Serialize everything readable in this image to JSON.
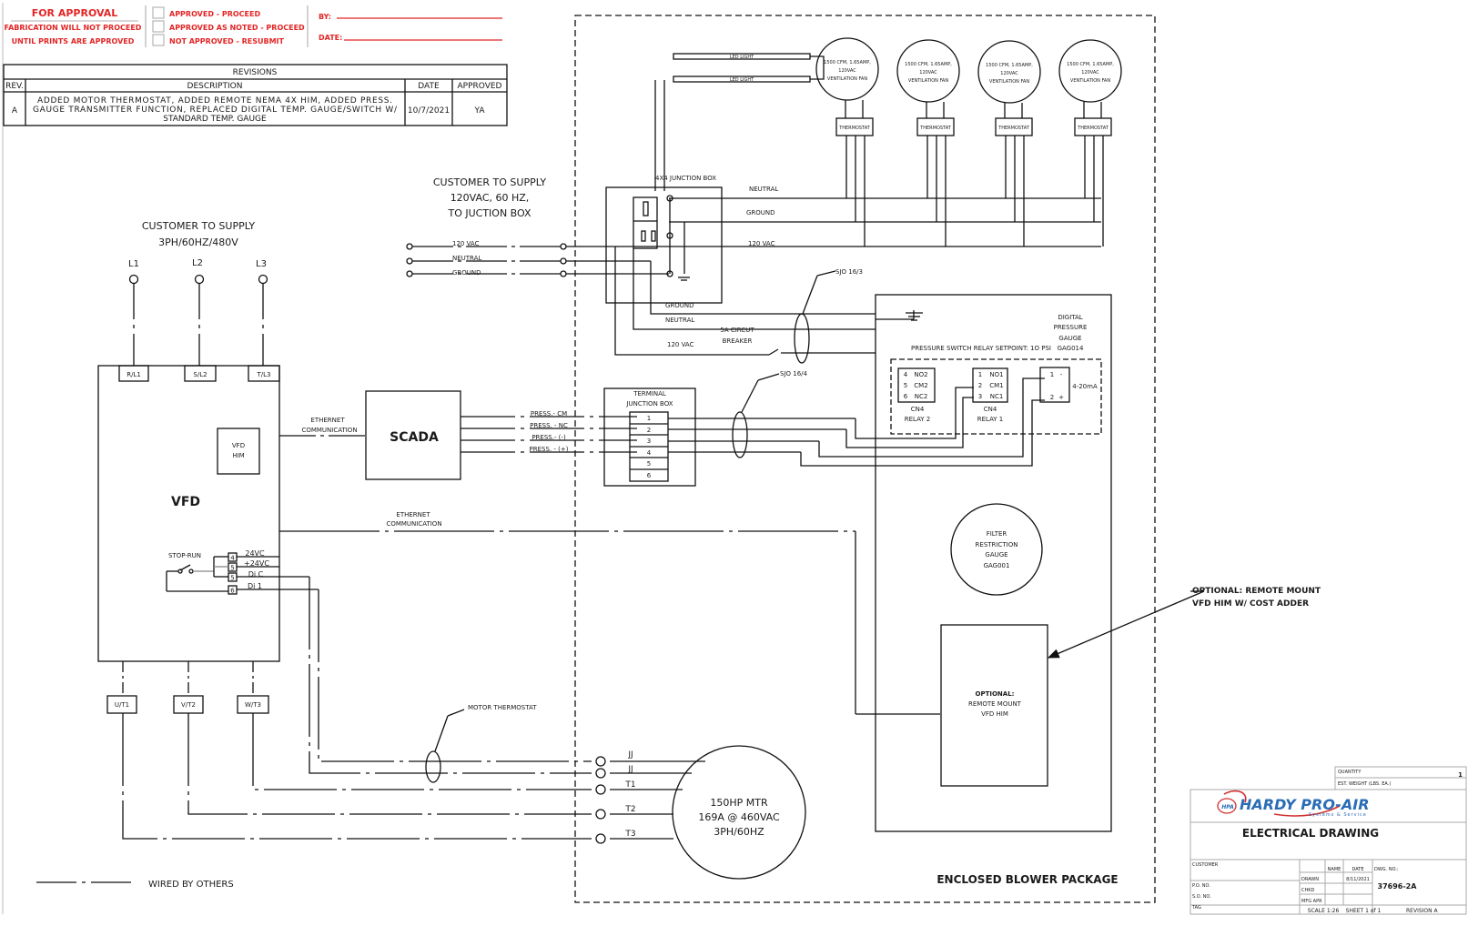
{
  "approval": {
    "title": "FOR APPROVAL",
    "line1": "FABRICATION WILL NOT PROCEED",
    "line2": "UNTIL PRINTS ARE APPROVED",
    "options": [
      "APPROVED - PROCEED",
      "APPROVED AS NOTED - PROCEED",
      "NOT APPROVED - RESUBMIT"
    ],
    "by_label": "BY:",
    "date_label": "DATE:",
    "color": "#e32525"
  },
  "revisions": {
    "title": "REVISIONS",
    "headers": [
      "REV.",
      "DESCRIPTION",
      "DATE",
      "APPROVED"
    ],
    "rows": [
      {
        "rev": "A",
        "desc1": "ADDED MOTOR THERMOSTAT, ADDED REMOTE NEMA 4X HIM, ADDED PRESS.",
        "desc2": "GAUGE TRANSMITTER FUNCTION, REPLACED DIGITAL TEMP. GAUGE/SWITCH W/",
        "desc3": "STANDARD TEMP. GAUGE",
        "date": "10/7/2021",
        "approved": "YA"
      }
    ]
  },
  "supply3ph": {
    "line1": "CUSTOMER TO SUPPLY",
    "line2": "3PH/60HZ/480V",
    "lines": [
      "L1",
      "L2",
      "L3"
    ]
  },
  "supply120": {
    "line1": "CUSTOMER TO SUPPLY",
    "line2": "120VAC, 60 HZ,",
    "line3": "TO JUCTION BOX",
    "wires": [
      "120 VAC",
      "NEUTRAL",
      "GROUND"
    ]
  },
  "vfd": {
    "label": "VFD",
    "inputs": [
      "R/L1",
      "S/L2",
      "T/L3"
    ],
    "outputs": [
      "U/T1",
      "V/T2",
      "W/T3"
    ],
    "him": [
      "VFD",
      "HIM"
    ],
    "stop_run": "STOP-RUN",
    "terminals": [
      {
        "num": "4",
        "label": "24VC"
      },
      {
        "num": "5",
        "label": "+24VC"
      },
      {
        "num": "5",
        "label": "Di C"
      },
      {
        "num": "6",
        "label": "Di 1"
      }
    ]
  },
  "scada": {
    "label": "SCADA",
    "comm1": [
      "ETHERNET",
      "COMMUNICATION"
    ],
    "comm2": [
      "ETHERNET",
      "COMMUNICATION"
    ]
  },
  "press_wires": [
    "PRESS.- CM",
    "PRESS. - NC",
    "PRESS.- (-)",
    "PRESS. - (+)"
  ],
  "terminal_box": {
    "title": [
      "TERMINAL",
      "JUNCTION BOX"
    ],
    "terminals": [
      "1",
      "2",
      "3",
      "4",
      "5",
      "6"
    ]
  },
  "junction_box": {
    "label": "4X4 JUNCTION BOX",
    "wires_right": [
      "NEUTRAL",
      "GROUND",
      "120 VAC"
    ],
    "wires_down": [
      "GROUND",
      "NEUTRAL",
      "120 VAC"
    ],
    "breaker": [
      "5A CIRCUT",
      "BREAKER"
    ]
  },
  "cables": {
    "sjo163": "SJO 16/3",
    "sjo164": "SJO 16/4",
    "motor_thermostat": "MOTOR THERMOSTAT"
  },
  "led_lights": [
    "LED LIGHT",
    "LED LIGHT"
  ],
  "fans": [
    {
      "l1": "1500 CFM, 1.65AMP,",
      "l2": "120VAC",
      "l3": "VENTILATION FAN",
      "thermostat": "THERMOSTAT"
    },
    {
      "l1": "1500 CFM, 1.65AMP,",
      "l2": "120VAC",
      "l3": "VENTILATION FAN",
      "thermostat": "THERMOSTAT"
    },
    {
      "l1": "1500 CFM, 1.65AMP,",
      "l2": "120VAC",
      "l3": "VENTILATION FAN",
      "thermostat": "THERMOSTAT"
    },
    {
      "l1": "1500 CFM, 1.65AMP,",
      "l2": "120VAC",
      "l3": "VENTILATION FAN",
      "thermostat": "THERMOSTAT"
    }
  ],
  "pressure_gauge": {
    "title": [
      "DIGITAL",
      "PRESSURE",
      "GAUGE",
      "GAG014"
    ],
    "setpoint": "PRESSURE SWITCH RELAY SETPOINT: 1O PSI",
    "relay2": {
      "terms": [
        {
          "n": "4",
          "l": "NO2"
        },
        {
          "n": "5",
          "l": "CM2"
        },
        {
          "n": "6",
          "l": "NC2"
        }
      ],
      "label": [
        "CN4",
        "RELAY 2"
      ]
    },
    "relay1": {
      "terms": [
        {
          "n": "1",
          "l": "NO1"
        },
        {
          "n": "2",
          "l": "CM1"
        },
        {
          "n": "3",
          "l": "NC1"
        }
      ],
      "label": [
        "CN4",
        "RELAY 1"
      ]
    },
    "analog": {
      "terms": [
        {
          "n": "1",
          "l": "-"
        },
        {
          "n": "2",
          "l": "+"
        }
      ],
      "label": "4-20mA"
    }
  },
  "filter_gauge": [
    "FILTER",
    "RESTRICTION",
    "GAUGE",
    "GAG001"
  ],
  "remote_him": {
    "box": [
      "OPTIONAL:",
      "REMOTE MOUNT",
      "VFD HIM"
    ],
    "callout": [
      "OPTIONAL: REMOTE MOUNT",
      "VFD HIM W/ COST ADDER"
    ]
  },
  "motor": {
    "lines": [
      "150HP MTR",
      "169A @ 460VAC",
      "3PH/60HZ"
    ],
    "terminals": [
      "JJ",
      "JJ",
      "T1",
      "T2",
      "T3"
    ]
  },
  "enclosure_label": "ENCLOSED BLOWER PACKAGE",
  "legend": {
    "label": "WIRED BY OTHERS"
  },
  "title_block": {
    "quantity_label": "QUANTITY",
    "quantity": "1",
    "weight_label": "EST. WEIGHT (LBS. EA.)",
    "logo_main": "HARDY PRO-AIR",
    "logo_sub": "Systems & Service",
    "logo_badge": "HPA",
    "drawing_title": "ELECTRICAL DRAWING",
    "customer_label": "CUSTOMER",
    "po_label": "P.O. NO.",
    "so_label": "S.O. NO.",
    "tag_label": "TAG",
    "name_label": "NAME",
    "date_label": "DATE",
    "dwg_label": "DWG. NO.:",
    "drawn_label": "DRAWN",
    "drawn_date": "8/11/2021",
    "chkd_label": "CHKD",
    "mfg_label": "MFG APR",
    "dwg_no": "37696-2A",
    "scale": "SCALE 1:26",
    "sheet": "SHEET 1 of 1",
    "revision": "REVISION   A",
    "brand_color": "#2a6db5",
    "accent_color": "#d32f2f"
  }
}
